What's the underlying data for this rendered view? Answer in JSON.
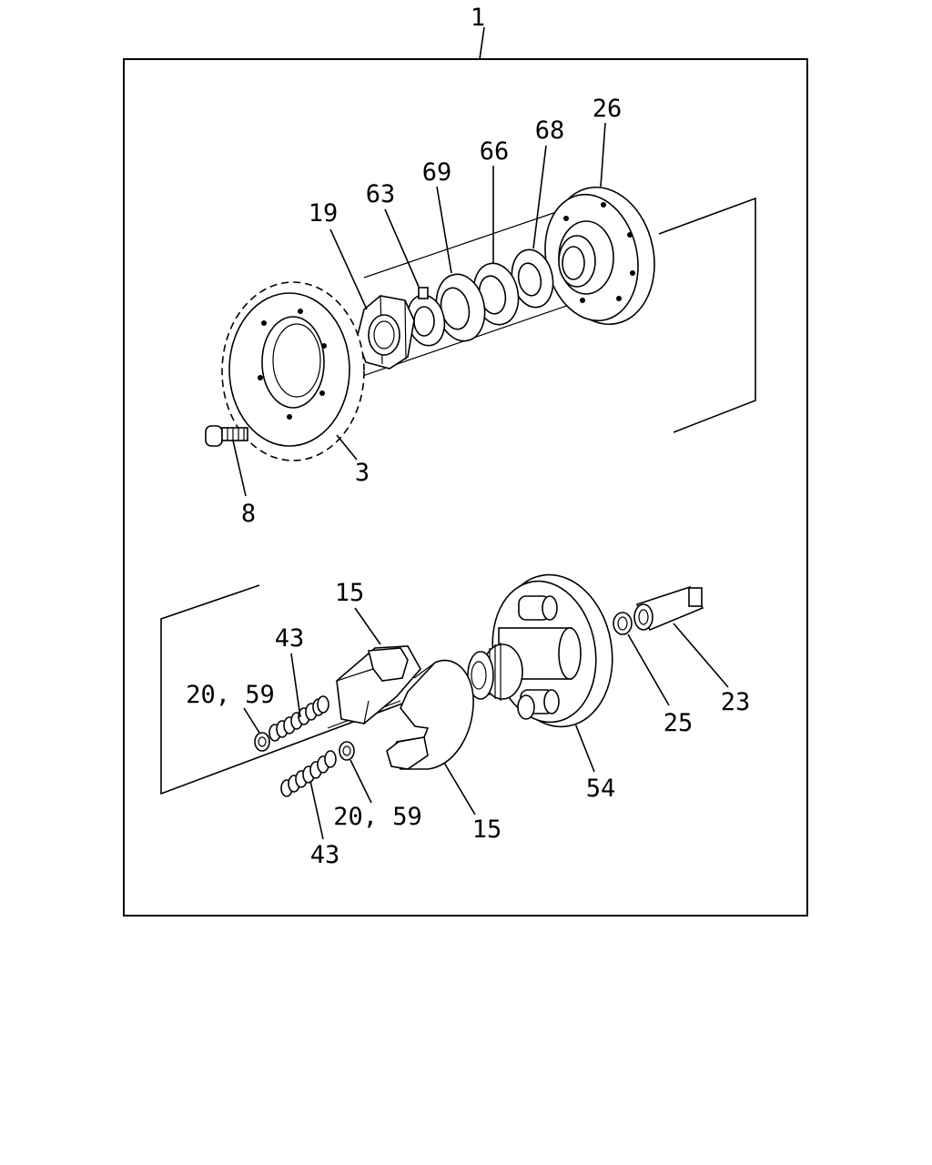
{
  "diagram": {
    "type": "exploded-parts-diagram",
    "callouts": {
      "assembly": "1",
      "sprocket": "3",
      "bolt": "8",
      "coupling_half_upper": "15",
      "coupling_half_lower": "15",
      "nut": "19",
      "washer_upper": "20, 59",
      "washer_lower": "20, 59",
      "sleeve": "23",
      "ring": "25",
      "hub": "26",
      "spring_upper": "43",
      "spring_lower": "43",
      "flange": "54",
      "lock_washer": "63",
      "washer_a": "66",
      "washer_b": "68",
      "washer_c": "69"
    },
    "colors": {
      "line": "#000000",
      "background": "#ffffff"
    }
  }
}
